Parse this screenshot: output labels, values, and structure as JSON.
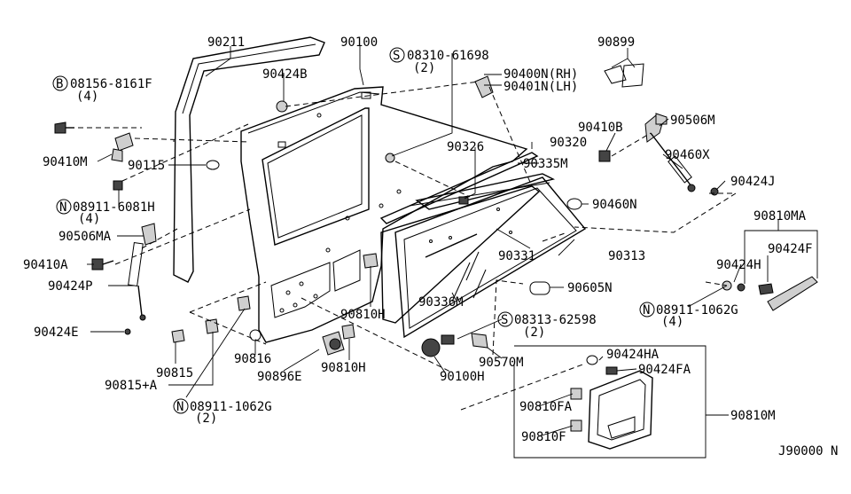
{
  "labels": {
    "p90211": "90211",
    "p90100": "90100",
    "p08310": "08310-61698",
    "p08310_qty": "(2)",
    "p90899": "90899",
    "p08156": "08156-8161F",
    "p08156_qty": "(4)",
    "p90424B": "90424B",
    "p90400N": "90400N(RH)",
    "p90401N": "90401N(LH)",
    "p90410B": "90410B",
    "p90506M": "90506M",
    "p90410M": "90410M",
    "p90115": "90115",
    "p90326": "90326",
    "p90320": "90320",
    "p90335M": "90335M",
    "p90460X": "90460X",
    "p08911a": "08911-6081H",
    "p08911a_qty": "(4)",
    "p90424J": "90424J",
    "p90460N": "90460N",
    "p90506MA": "90506MA",
    "p90810MA": "90810MA",
    "p90424F": "90424F",
    "p90410A": "90410A",
    "p90331": "90331",
    "p90313": "90313",
    "p90424H": "90424H",
    "p90424P": "90424P",
    "p90605N": "90605N",
    "p08911b": "08911-1062G",
    "p08911b_qty": "(4)",
    "p90336M": "90336M",
    "p90810H_a": "90810H",
    "p08313": "08313-62598",
    "p08313_qty": "(2)",
    "p90424E": "90424E",
    "p90570M": "90570M",
    "p90815": "90815",
    "p90816": "90816",
    "p90424HA": "90424HA",
    "p90815A": "90815+A",
    "p90896E": "90896E",
    "p90810H_b": "90810H",
    "p90100H": "90100H",
    "p90424FA": "90424FA",
    "p08911c": "08911-1062G",
    "p08911c_qty": "(2)",
    "p90810FA": "90810FA",
    "p90810M": "90810M",
    "p90810F": "90810F",
    "diagram_code": "J90000 N"
  },
  "callout_letters": {
    "b": "B",
    "s": "S",
    "n": "N"
  }
}
